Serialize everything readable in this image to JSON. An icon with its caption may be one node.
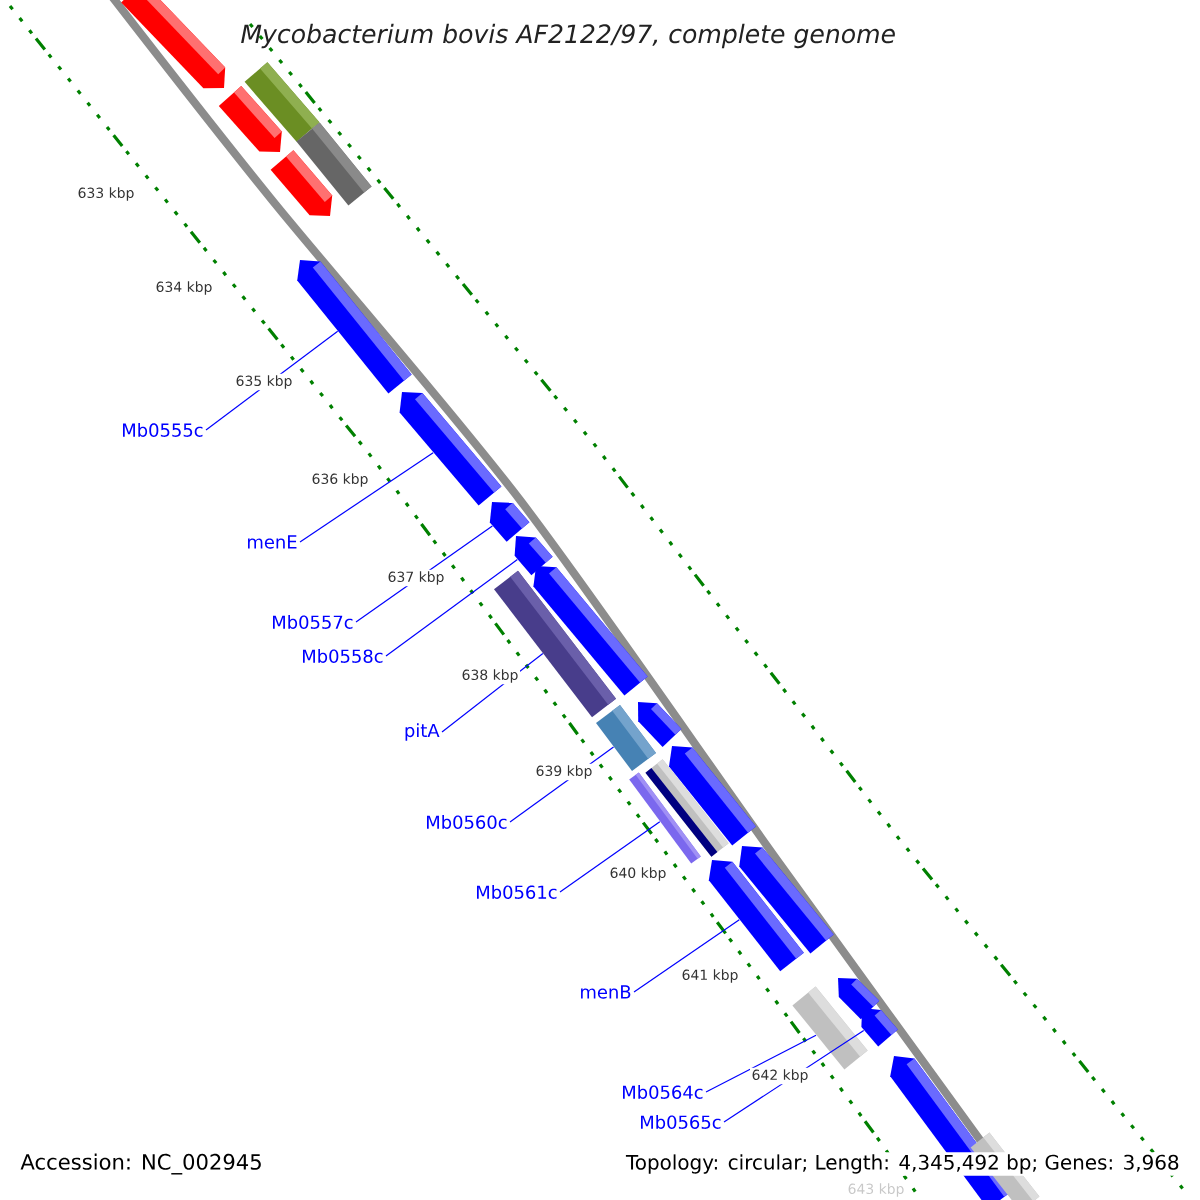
{
  "diagram": {
    "title": "Mycobacterium bovis AF2122/97, complete genome",
    "nodes": [
      {
        "text": [
          "Mb0555c"
        ]
      },
      {
        "text": [
          "menE"
        ]
      },
      {
        "text": [
          "Mb0557c"
        ]
      },
      {
        "text": [
          "Mb0558c"
        ]
      },
      {
        "text": [
          "pitA"
        ]
      },
      {
        "text": [
          "Mb0560c"
        ]
      },
      {
        "text": [
          "Mb0561c"
        ]
      },
      {
        "text": [
          "menB"
        ]
      },
      {
        "text": [
          "Mb0564c"
        ]
      },
      {
        "text": [
          "Mb0565c"
        ]
      },
      {
        "text": [],
        "shape": "arrow"
      },
      {
        "text": [],
        "shape": "bar"
      },
      {
        "text": [],
        "shape": "arrow"
      },
      {
        "text": [],
        "shape": "bar"
      },
      {
        "text": [],
        "shape": "arrow"
      },
      {
        "text": [],
        "shape": "arrow"
      },
      {
        "text": [],
        "shape": "arrow"
      },
      {
        "text": [],
        "shape": "arrow"
      },
      {
        "text": [],
        "shape": "arrow"
      },
      {
        "text": [],
        "shape": "arrow"
      },
      {
        "text": [],
        "shape": "bar"
      },
      {
        "text": [],
        "shape": "arrow"
      },
      {
        "text": [],
        "shape": "bar"
      },
      {
        "text": [],
        "shape": "arrow"
      },
      {
        "text": [],
        "shape": "bar"
      },
      {
        "text": [],
        "shape": "bar"
      },
      {
        "text": [],
        "shape": "arrow"
      },
      {
        "text": [],
        "shape": "arrow"
      },
      {
        "text": [],
        "shape": "arrow"
      },
      {
        "text": [],
        "shape": "bar"
      },
      {
        "text": [],
        "shape": "arrow"
      },
      {
        "text": [],
        "shape": "arrow"
      },
      {
        "text": [],
        "shape": "bar"
      }
    ],
    "edges": [
      {
        "from": 0,
        "to": 15,
        "arrow": "none"
      },
      {
        "from": 1,
        "to": 16,
        "arrow": "none"
      },
      {
        "from": 2,
        "to": 17,
        "arrow": "none"
      },
      {
        "from": 3,
        "to": 18,
        "arrow": "none"
      },
      {
        "from": 4,
        "to": 20,
        "arrow": "none"
      },
      {
        "from": 5,
        "to": 22,
        "arrow": "none"
      },
      {
        "from": 6,
        "to": 25,
        "arrow": "none"
      },
      {
        "from": 7,
        "to": 27,
        "arrow": "none"
      },
      {
        "from": 8,
        "to": 29,
        "arrow": "none"
      },
      {
        "from": 9,
        "to": 30,
        "arrow": "none"
      }
    ],
    "labels": [
      "633 kbp",
      "634 kbp",
      "635 kbp",
      "636 kbp",
      "637 kbp",
      "638 kbp",
      "639 kbp",
      "640 kbp",
      "641 kbp",
      "642 kbp",
      "643 kbp",
      "Accession: NC_002945",
      "Topology: circular; Length: 4,345,492 bp; Genes: 3,968"
    ]
  }
}
